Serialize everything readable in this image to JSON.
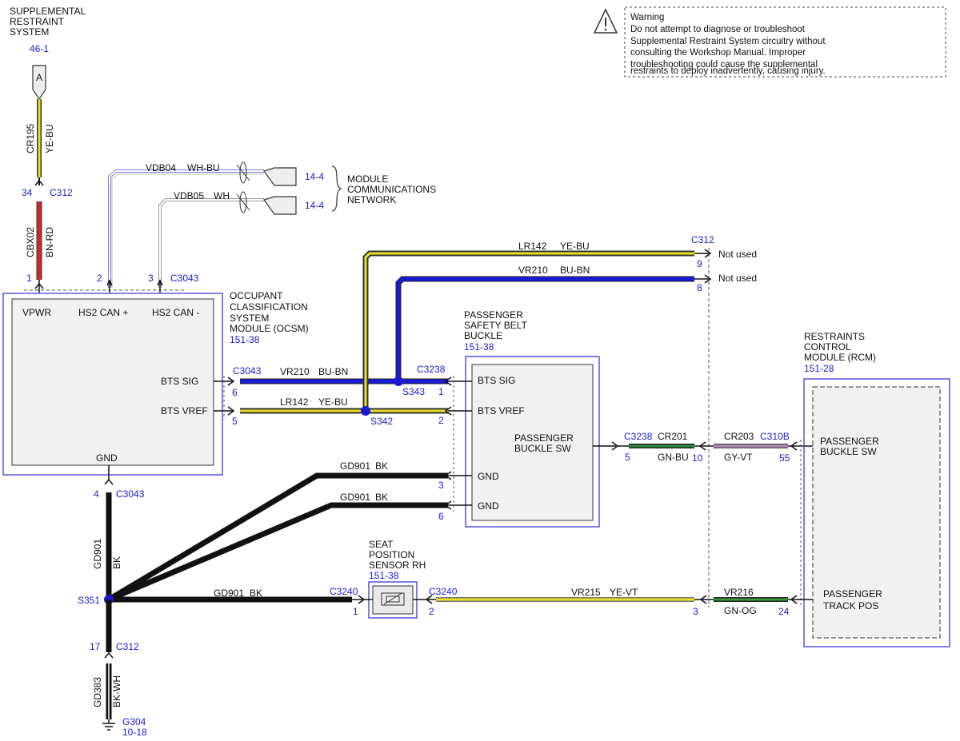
{
  "colors": {
    "module_border": "#3a3ad8",
    "module_fill": "#f1f1f1",
    "ref_text": "#1a1ad6",
    "black": "#111111",
    "yellow": "#e8e020",
    "red": "#cc2a2a",
    "blue": "#1a1ad6",
    "green": "#2a8a3a",
    "grey": "#8a8a8a",
    "violet": "#b48ab4",
    "dark_green": "#0f5f2a"
  },
  "warning": {
    "icon": "warning-triangle-icon",
    "lines": [
      "Warning",
      "Do not attempt to diagnose or troubleshoot",
      "Supplemental Restraint System circuitry without",
      "consulting the Workshop Manual. Improper",
      "troubleshooting could cause the supplemental",
      "restraints to deploy inadvertently, causing injury."
    ]
  },
  "srs": {
    "title_lines": [
      "SUPPLEMENTAL",
      "RESTRAINT",
      "SYSTEM"
    ],
    "ref": "46-1",
    "connector_letter": "A"
  },
  "network": {
    "label_lines": [
      "MODULE",
      "COMMUNICATIONS",
      "NETWORK"
    ],
    "ref_top": "14-4",
    "ref_bottom": "14-4"
  },
  "modules": {
    "ocsm": {
      "label_lines": [
        "OCCUPANT",
        "CLASSIFICATION",
        "SYSTEM",
        "MODULE (OCSM)"
      ],
      "ref": "151-38",
      "pins": {
        "vpwr": "VPWR",
        "hs2_plus": "HS2 CAN +",
        "hs2_minus": "HS2 CAN -",
        "bts_sig": "BTS SIG",
        "bts_vref": "BTS VREF",
        "gnd": "GND"
      }
    },
    "buckle": {
      "label_lines": [
        "PASSENGER",
        "SAFETY BELT",
        "BUCKLE"
      ],
      "ref": "151-38",
      "pins": {
        "bts_sig": "BTS SIG",
        "bts_vref": "BTS VREF",
        "gnd1": "GND",
        "gnd2": "GND"
      },
      "switch_lines": [
        "PASSENGER",
        "BUCKLE SW"
      ]
    },
    "rcm": {
      "label_lines": [
        "RESTRAINTS",
        "CONTROL",
        "MODULE (RCM)"
      ],
      "ref": "151-28",
      "switch_lines": [
        "PASSENGER",
        "BUCKLE SW"
      ],
      "track_lines": [
        "PASSENGER",
        "TRACK POS"
      ]
    },
    "seat_sensor": {
      "label_lines": [
        "SEAT",
        "POSITION",
        "SENSOR RH"
      ],
      "ref": "151-38"
    }
  },
  "connectors": {
    "c312": "C312",
    "c3043": "C3043",
    "c3238": "C3238",
    "c3240": "C3240",
    "c310b": "C310B"
  },
  "pins": {
    "p34": "34",
    "p1": "1",
    "p2": "2",
    "p3": "3",
    "p4": "4",
    "p6": "6",
    "p5": "5",
    "p9": "9",
    "p8": "8",
    "p10": "10",
    "p55": "55",
    "p24": "24",
    "p17": "17",
    "b1": "1",
    "b2": "2",
    "b3": "3",
    "b6": "6",
    "b5": "5",
    "s1": "1",
    "s2": "2",
    "s3": "3"
  },
  "splices": {
    "s343": "S343",
    "s342": "S342",
    "s351": "S351"
  },
  "ground": {
    "name": "G304",
    "ref": "10-18"
  },
  "wires": {
    "cr195": {
      "circuit": "CR195",
      "color": "YE-BU"
    },
    "cbx02": {
      "circuit": "CBX02",
      "color": "BN-RD"
    },
    "vdb04": {
      "circuit": "VDB04",
      "color": "WH-BU"
    },
    "vdb05": {
      "circuit": "VDB05",
      "color": "WH"
    },
    "lr142_top": {
      "circuit": "LR142",
      "color": "YE-BU"
    },
    "vr210_top": {
      "circuit": "VR210",
      "color": "BU-BN"
    },
    "vr210": {
      "circuit": "VR210",
      "color": "BU-BN"
    },
    "lr142": {
      "circuit": "LR142",
      "color": "YE-BU"
    },
    "gd901_a": {
      "circuit": "GD901",
      "color": "BK"
    },
    "gd901_b": {
      "circuit": "GD901",
      "color": "BK"
    },
    "gd901_c": {
      "circuit": "GD901",
      "color": "BK"
    },
    "gd901_v": {
      "circuit": "GD901",
      "color": "BK"
    },
    "cr201": {
      "circuit": "CR201",
      "color": "GN-BU"
    },
    "cr203": {
      "circuit": "CR203",
      "color": "GY-VT"
    },
    "vr215": {
      "circuit": "VR215",
      "color": "YE-VT"
    },
    "vr216": {
      "circuit": "VR216",
      "color": "GN-OG"
    },
    "gd383": {
      "circuit": "GD383",
      "color": "BK-WH"
    }
  },
  "not_used": {
    "top": "Not used",
    "bottom": "Not used"
  }
}
